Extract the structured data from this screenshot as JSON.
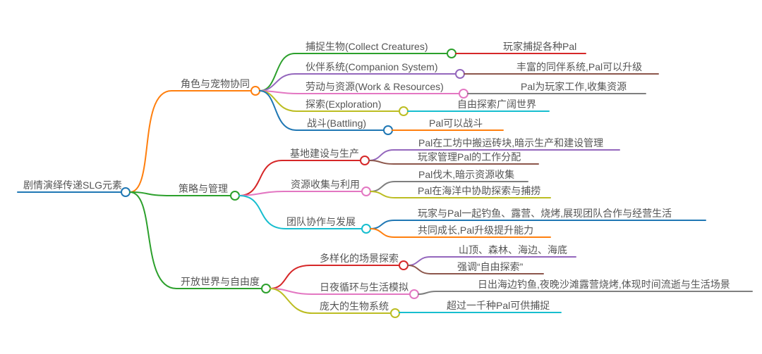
{
  "canvas": {
    "background": "#ffffff",
    "text_color": "#555555"
  },
  "root": {
    "label": "剧情演绎传递SLG元素",
    "color": "#1f77b4"
  },
  "branches": [
    {
      "label": "角色与宠物协同",
      "color": "#ff7f0e",
      "children": [
        {
          "label": "捕捉生物(Collect Creatures)",
          "color": "#2ca02c",
          "children": [
            {
              "label": "玩家捕捉各种Pal",
              "color": "#d62728"
            }
          ]
        },
        {
          "label": "伙伴系统(Companion System)",
          "color": "#9467bd",
          "children": [
            {
              "label": "丰富的同伴系统,Pal可以升级",
              "color": "#8c564b"
            }
          ]
        },
        {
          "label": "劳动与资源(Work & Resources)",
          "color": "#e377c2",
          "children": [
            {
              "label": "Pal为玩家工作,收集资源",
              "color": "#7f7f7f"
            }
          ]
        },
        {
          "label": "探索(Exploration)",
          "color": "#bcbd22",
          "children": [
            {
              "label": "自由探索广阔世界",
              "color": "#17becf"
            }
          ]
        },
        {
          "label": "战斗(Battling)",
          "color": "#1f77b4",
          "children": [
            {
              "label": "Pal可以战斗",
              "color": "#ff7f0e"
            }
          ]
        }
      ]
    },
    {
      "label": "策略与管理",
      "color": "#2ca02c",
      "children": [
        {
          "label": "基地建设与生产",
          "color": "#d62728",
          "children": [
            {
              "label": "Pal在工坊中搬运砖块,暗示生产和建设管理",
              "color": "#9467bd"
            },
            {
              "label": "玩家管理Pal的工作分配",
              "color": "#8c564b"
            }
          ]
        },
        {
          "label": "资源收集与利用",
          "color": "#e377c2",
          "children": [
            {
              "label": "Pal伐木,暗示资源收集",
              "color": "#7f7f7f"
            },
            {
              "label": "Pal在海洋中协助探索与捕捞",
              "color": "#bcbd22"
            }
          ]
        },
        {
          "label": "团队协作与发展",
          "color": "#17becf",
          "children": [
            {
              "label": "玩家与Pal一起钓鱼、露营、烧烤,展现团队合作与经营生活",
              "color": "#1f77b4"
            },
            {
              "label": "共同成长,Pal升级提升能力",
              "color": "#ff7f0e"
            }
          ]
        }
      ]
    },
    {
      "label": "开放世界与自由度",
      "color": "#2ca02c",
      "children": [
        {
          "label": "多样化的场景探索",
          "color": "#d62728",
          "children": [
            {
              "label": "山顶、森林、海边、海底",
              "color": "#9467bd"
            },
            {
              "label": "强调“自由探索”",
              "color": "#8c564b"
            }
          ]
        },
        {
          "label": "日夜循环与生活模拟",
          "color": "#e377c2",
          "children": [
            {
              "label": "日出海边钓鱼,夜晚沙滩露营烧烤,体现时间流逝与生活场景",
              "color": "#7f7f7f"
            }
          ]
        },
        {
          "label": "庞大的生物系统",
          "color": "#bcbd22",
          "children": [
            {
              "label": "超过一千种Pal可供捕捉",
              "color": "#17becf"
            }
          ]
        }
      ]
    }
  ]
}
